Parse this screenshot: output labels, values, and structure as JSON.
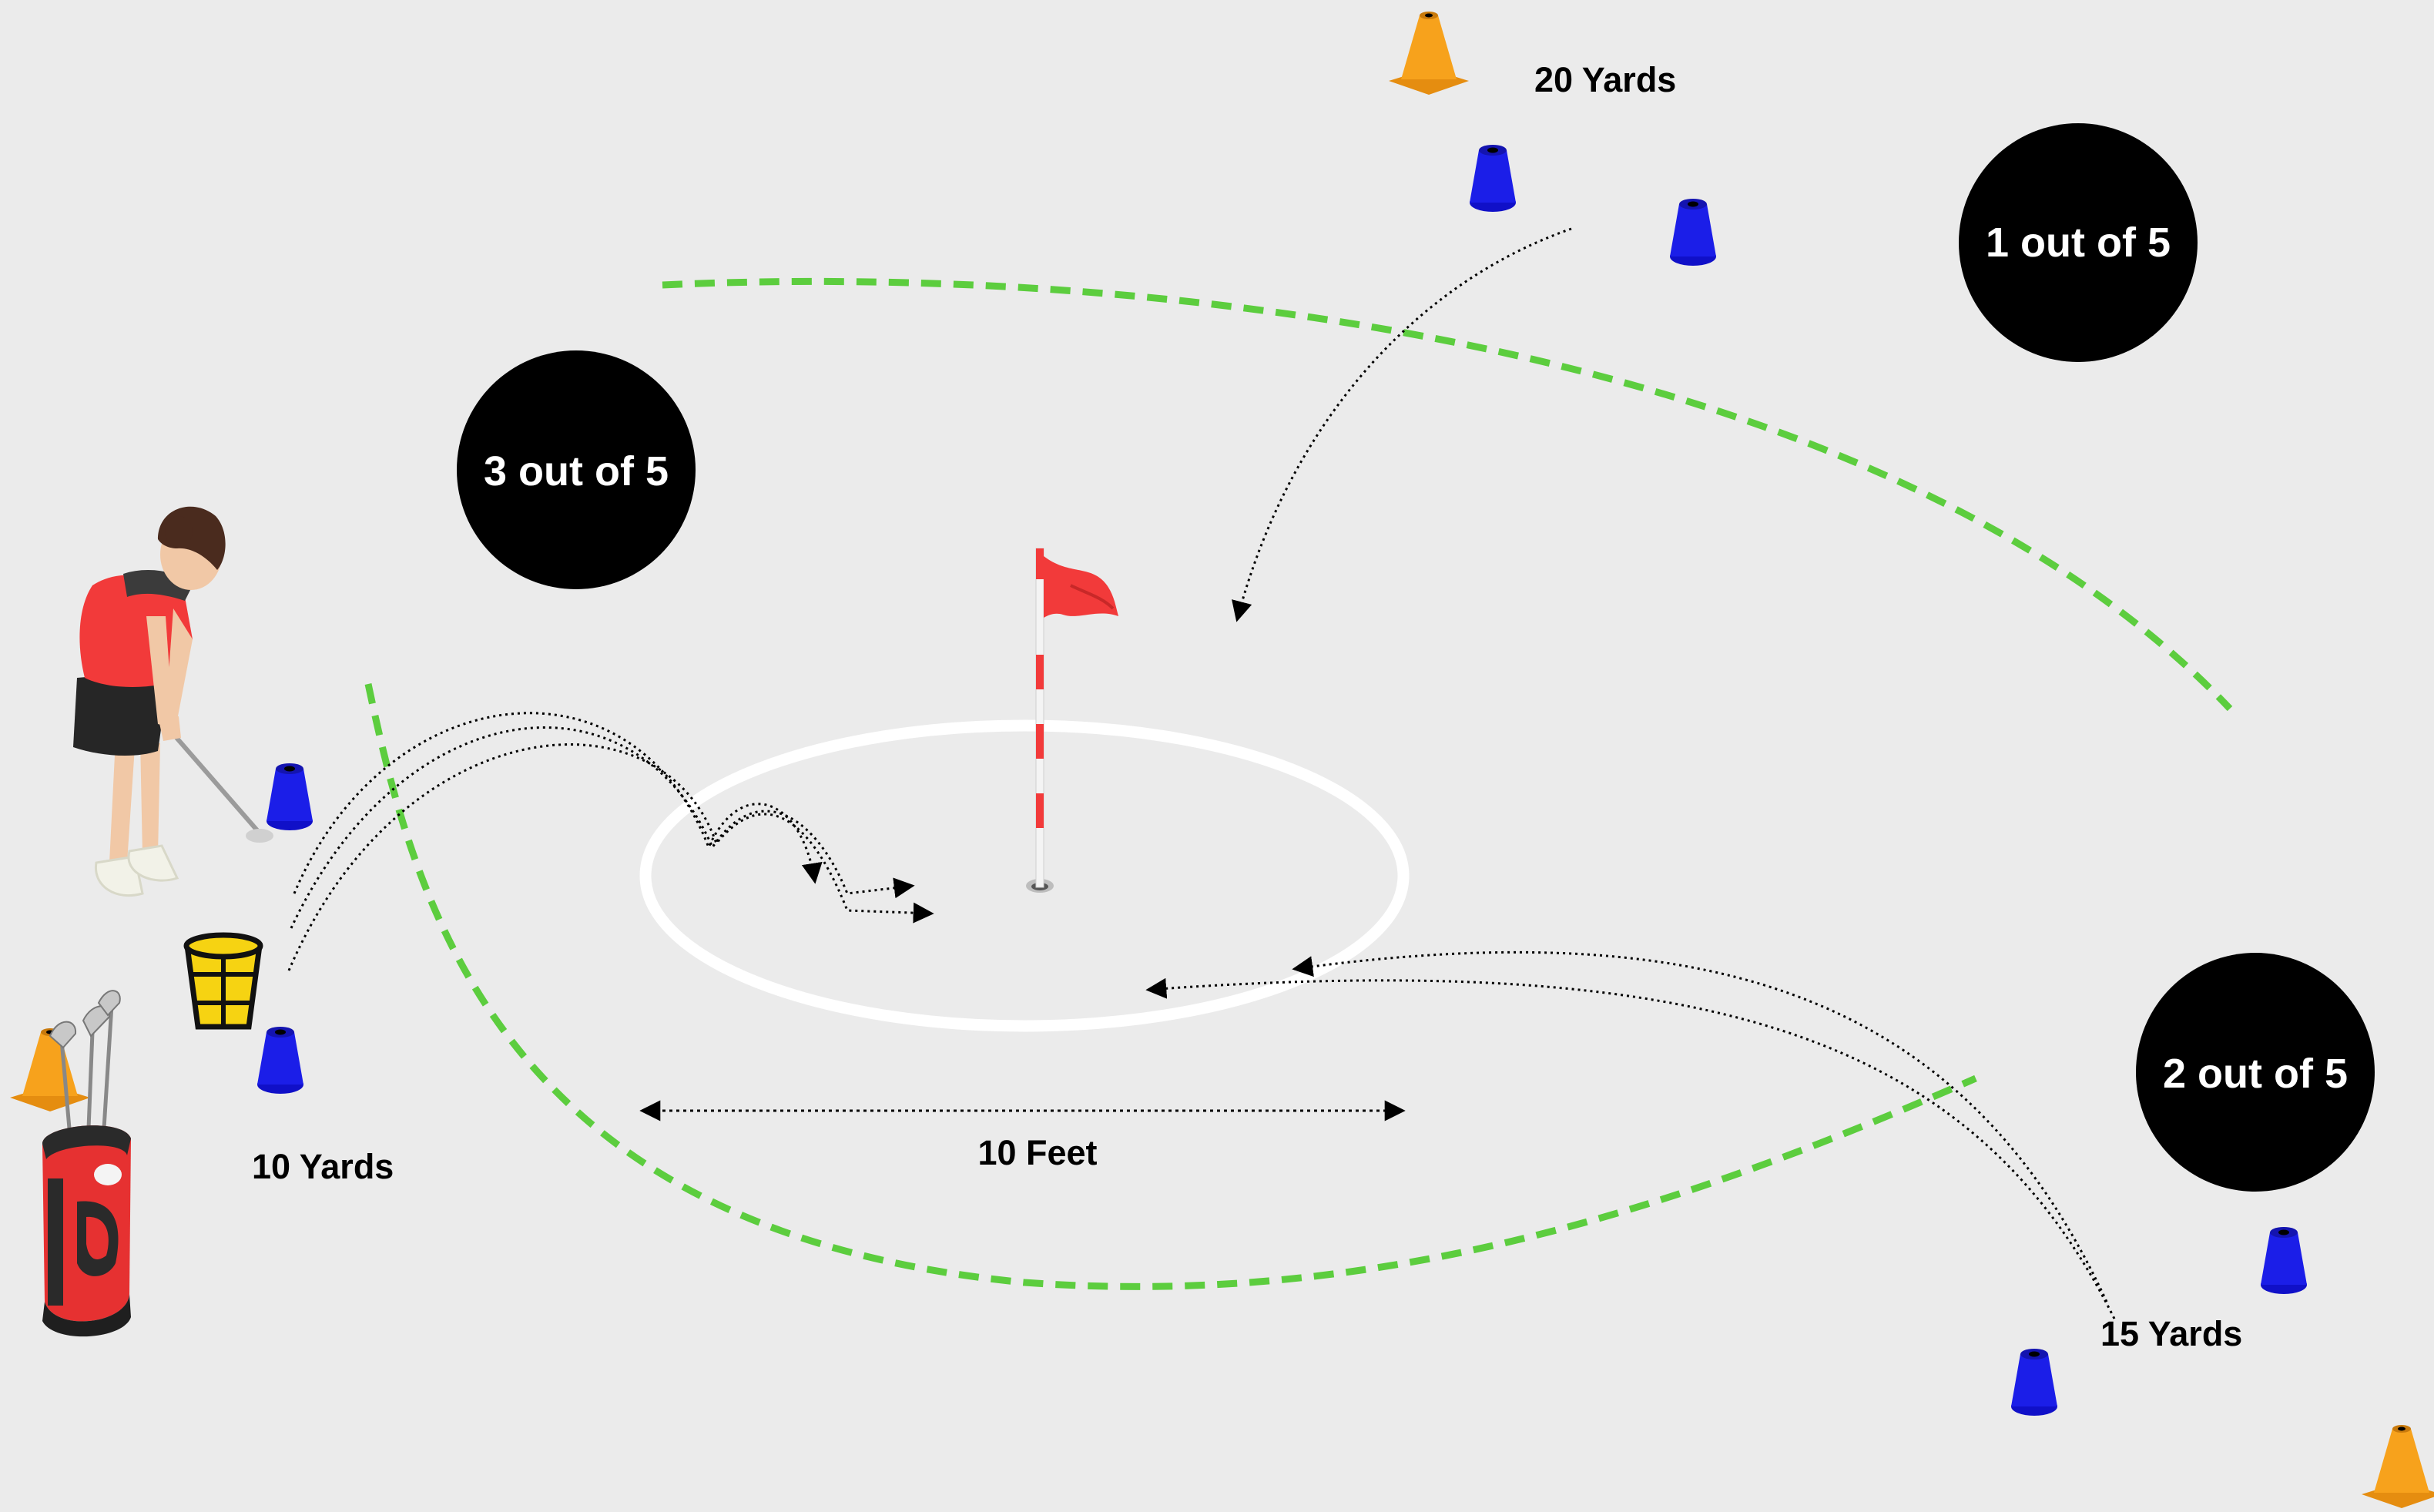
{
  "labels": {
    "twenty_yards": "20 Yards",
    "ten_yards": "10 Yards",
    "fifteen_yards": "15 Yards",
    "ten_feet": "10 Feet"
  },
  "badges": {
    "twenty": "1 out of 5",
    "ten": "3 out of 5",
    "fifteen": "2 out of 5"
  },
  "colors": {
    "background": "#ebebeb",
    "badge": "#000000",
    "badge_text": "#ffffff",
    "zone_line": "#5ccd3e",
    "cone_blue": "#1b1ee8",
    "cone_orange": "#f7a21c",
    "flag": "#f23a3a"
  },
  "icons": [
    "golfer-icon",
    "ball-basket-icon",
    "golf-bag-icon",
    "flag-icon",
    "cone-icon"
  ]
}
